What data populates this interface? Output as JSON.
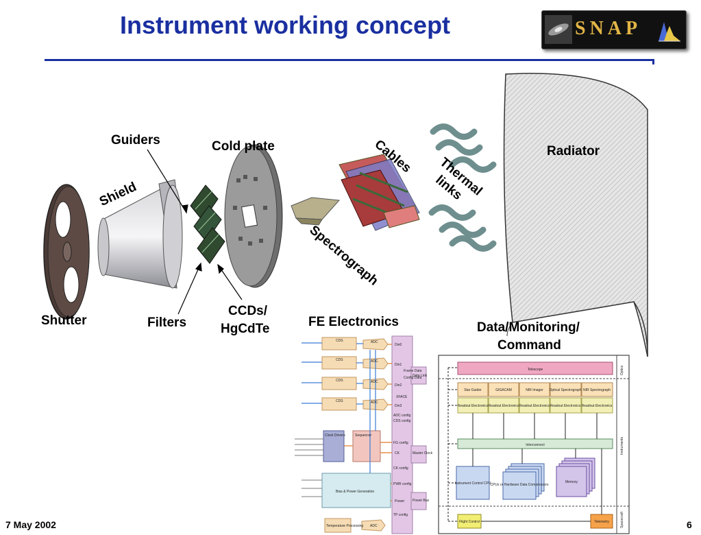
{
  "slide": {
    "title": "Instrument working concept",
    "date": "7 May 2002",
    "page_number": "6"
  },
  "logo": {
    "text": "SNAP"
  },
  "labels": {
    "guiders": "Guiders",
    "cold_plate": "Cold plate",
    "cables": "Cables",
    "thermal_links_1": "Thermal",
    "thermal_links_2": "links",
    "radiator": "Radiator",
    "shield": "Shield",
    "spectrograph": "Spectrograph",
    "shutter": "Shutter",
    "filters": "Filters",
    "ccds_1": "CCDs/",
    "ccds_2": "HgCdTe",
    "fe_electronics": "FE Electronics",
    "data_monitoring_1": "Data/Monitoring/",
    "data_monitoring_2": "Command"
  },
  "fe_diagram": {
    "cds": "CDS",
    "adc": "ADC",
    "din0": "Din0",
    "din1": "Din1",
    "din2": "Din2",
    "din3": "Din3",
    "xface": "XFACE",
    "data_link": "Data Link",
    "frame_data": "Frame Data",
    "config_data": "Config Data",
    "adc_config": "ADC config",
    "cds_config": "CDS config",
    "clock_drivers": "Clock Drivers",
    "sequencer": "Sequencer",
    "fg_config": "FG config",
    "ck": "CK",
    "ck_config": "CK config",
    "master_clock": "Master Clock",
    "bias_power": "Bias & Power Generation",
    "pwr_config": "PWR config",
    "power": "Power",
    "power_bus": "Power Bus",
    "tp_config": "TP config",
    "temp_processing": "Temperature Processing"
  },
  "dmc_diagram": {
    "telescope": "Telescope",
    "optics": "Optics",
    "instruments": "Instruments",
    "spacecraft": "Spacecraft",
    "star_guider": "Star Guider",
    "gigacam": "GIGACAM",
    "nir_imager": "NIR Imager",
    "optical_spectrograph": "Optical Spectrograph",
    "nir_spectrograph": "NIR Spectrograph",
    "readout": "Readout Electronics",
    "interconnect": "Interconnect",
    "control_cpu": "Instrument Control CPU",
    "cpus": "CPUs or Hardware Data Compressors",
    "memory": "Memory",
    "flight_control": "Flight Control",
    "telemetry": "Telemetry"
  },
  "colors": {
    "title_blue": "#1a2fa0",
    "logo_gold": "#e2b546",
    "cds_fill": "#f6dcb4",
    "xface_fill": "#e3c6e6",
    "telescope_fill": "#f0a7c2",
    "instrument_fill": "#fbe1b8",
    "readout_fill": "#f2f0b6",
    "interconnect_fill": "#d6ead7",
    "cpu_fill": "#c9d8f1",
    "memory_fill": "#d3c4ea",
    "flight_fill": "#f2ee73",
    "telemetry_fill": "#f6a24a"
  }
}
